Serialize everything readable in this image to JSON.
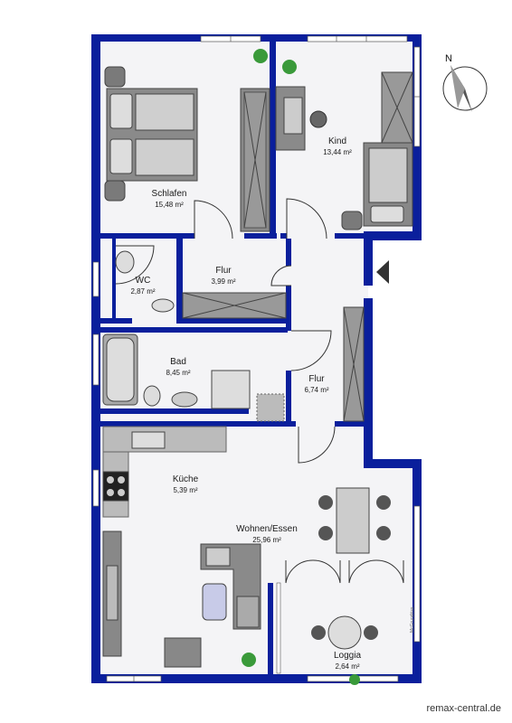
{
  "rooms": [
    {
      "name": "Schlafen",
      "area": "15,48 m²"
    },
    {
      "name": "Kind",
      "area": "13,44 m²"
    },
    {
      "name": "WC",
      "area": "2,87 m²"
    },
    {
      "name": "Flur",
      "area": "3,99 m²"
    },
    {
      "name": "Bad",
      "area": "8,45 m²"
    },
    {
      "name": "Flur",
      "area": "6,74 m²"
    },
    {
      "name": "Küche",
      "area": "5,39 m²"
    },
    {
      "name": "Wohnen/Essen",
      "area": "25,96 m²"
    },
    {
      "name": "Loggia",
      "area": "2,64 m²"
    }
  ],
  "compass": {
    "north_label": "N"
  },
  "credit": "McGrundriss",
  "brand": "remax-central.de",
  "colors": {
    "wall": "#0a1f9c",
    "floor": "#f4f4f6",
    "furniture": "#8a8a8a",
    "plant": "#3a9a3a"
  }
}
